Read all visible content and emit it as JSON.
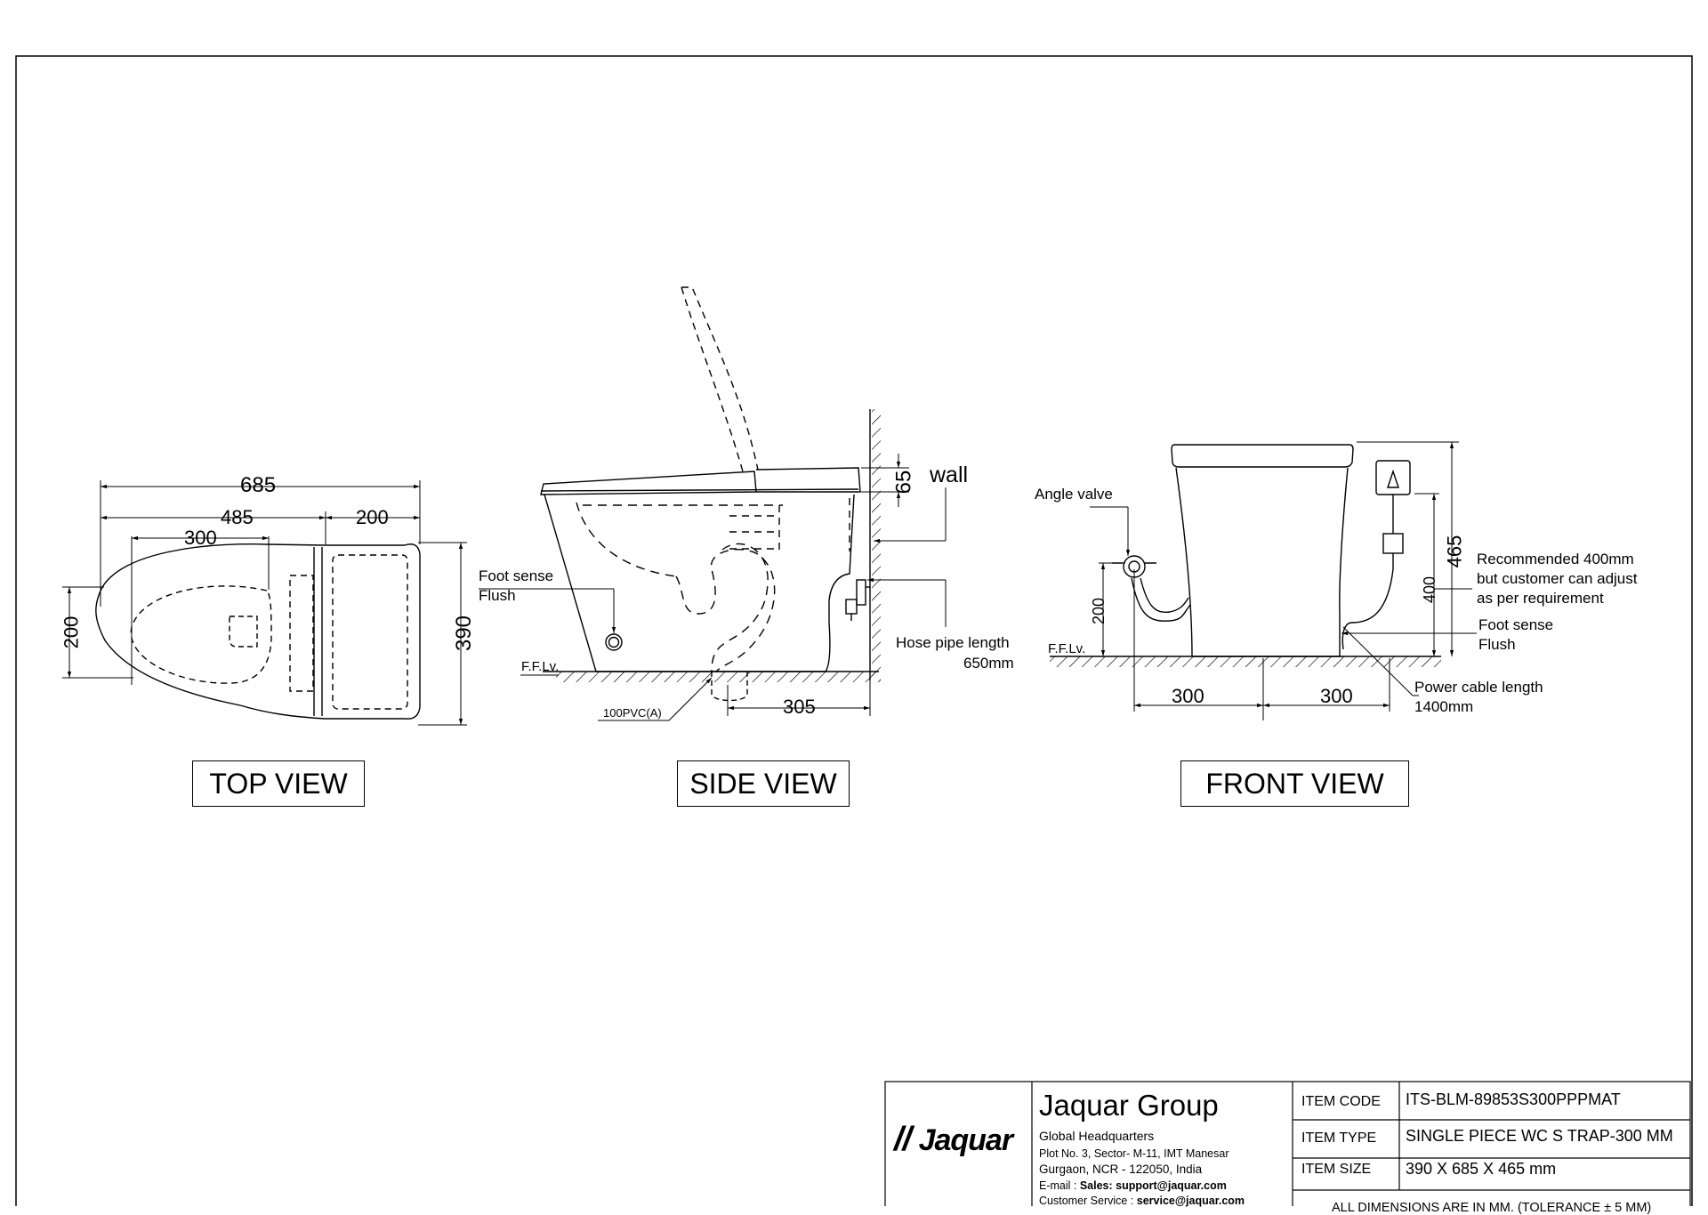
{
  "views": {
    "top": {
      "title": "TOP VIEW",
      "dims": {
        "overall_length": "685",
        "front_length": "485",
        "tank_length": "200",
        "opening_length": "300",
        "opening_width": "200",
        "overall_width": "390"
      }
    },
    "side": {
      "title": "SIDE VIEW",
      "dims": {
        "seat_height": "65",
        "trap_offset": "305"
      },
      "labels": {
        "wall": "wall",
        "foot_sense_1": "Foot sense",
        "foot_sense_2": "Flush",
        "floor_level": "F.F.Lv.",
        "pipe": "100PVC(A)",
        "hose_1": "Hose pipe length",
        "hose_2": "650mm"
      }
    },
    "front": {
      "title": "FRONT VIEW",
      "dims": {
        "half_width_left": "300",
        "half_width_right": "300",
        "valve_height": "200",
        "socket_height": "400",
        "overall_height": "465"
      },
      "labels": {
        "angle_valve": "Angle valve",
        "floor_level": "F.F.Lv.",
        "recommend_1": "Recommended 400mm",
        "recommend_2": "but customer can  adjust",
        "recommend_3": "as per requirement",
        "foot_sense_1": "Foot sense",
        "foot_sense_2": "Flush",
        "power_1": "Power cable length",
        "power_2": "1400mm"
      }
    }
  },
  "title_block": {
    "brand": "Jaquar",
    "company": "Jaquar Group",
    "hq": "Global Headquarters",
    "address_1": "Plot No. 3, Sector- M-11, IMT Manesar",
    "address_2": "Gurgaon, NCR - 122050, India",
    "email_prefix": "E-mail : ",
    "email_label": "Sales: support@jaquar.com",
    "service_prefix": "Customer Service : ",
    "service_email": "service@jaquar.com",
    "item_code_label": "ITEM  CODE",
    "item_code": "ITS-BLM-89853S300PPPMAT",
    "item_type_label": "ITEM  TYPE",
    "item_type": "SINGLE PIECE WC S TRAP-300 MM",
    "item_size_label": "ITEM  SIZE",
    "item_size": "390 X 685 X 465 mm",
    "note": "ALL DIMENSIONS ARE IN MM. (TOLERANCE ± 5 MM)"
  }
}
